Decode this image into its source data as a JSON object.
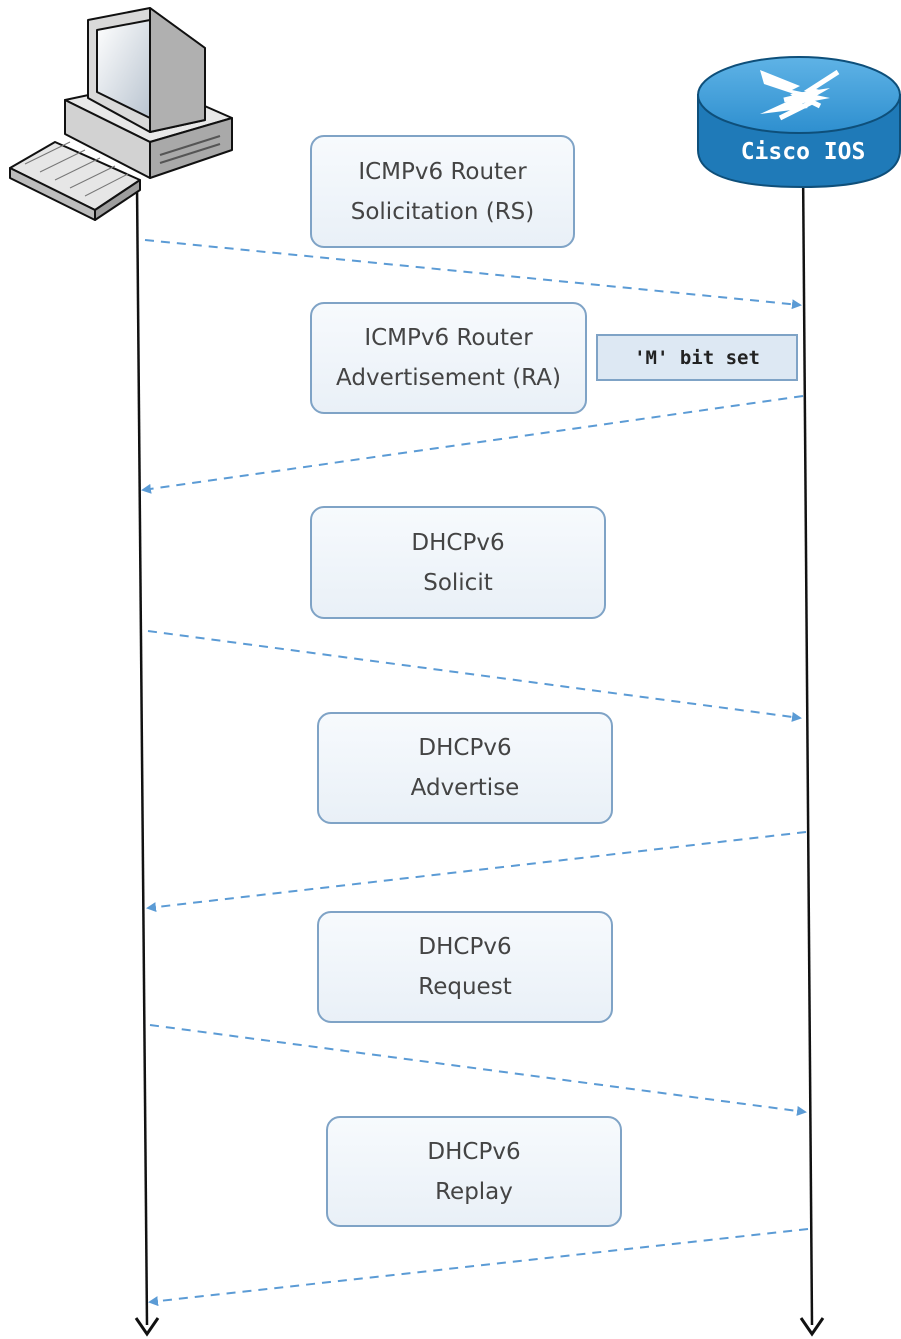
{
  "router": {
    "label": "Cisco IOS"
  },
  "note": {
    "text": "'M' bit set"
  },
  "messages": [
    {
      "line1": "ICMPv6 Router",
      "line2": "Solicitation (RS)"
    },
    {
      "line1": "ICMPv6 Router",
      "line2": "Advertisement (RA)"
    },
    {
      "line1": "DHCPv6",
      "line2": "Solicit"
    },
    {
      "line1": "DHCPv6",
      "line2": "Advertise"
    },
    {
      "line1": "DHCPv6",
      "line2": "Request"
    },
    {
      "line1": "DHCPv6",
      "line2": "Replay"
    }
  ],
  "colors": {
    "arrow": "#5b9bd5",
    "box_border": "#7fa3c6",
    "router": "#1f7ab8"
  }
}
